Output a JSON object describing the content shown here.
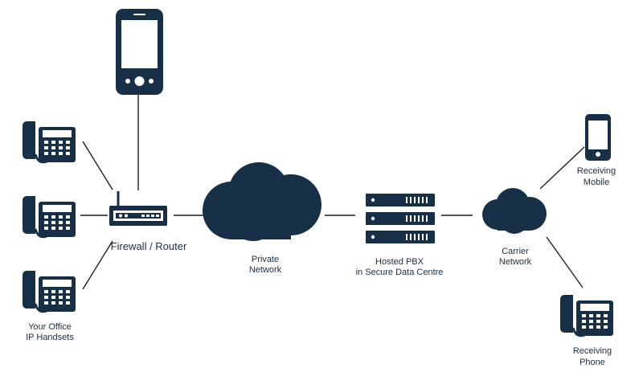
{
  "colors": {
    "navy": "#183047",
    "line": "#1f1f1f",
    "text": "#1f2d3d",
    "white": "#ffffff"
  },
  "labels": {
    "router": "Firewall / Router",
    "private_network": [
      "Private",
      "Network"
    ],
    "pbx": [
      "Hosted PBX",
      "in Secure Data Centre"
    ],
    "carrier": [
      "Carrier",
      "Network"
    ],
    "office": [
      "Your Office",
      "IP Handsets"
    ],
    "receiving_mobile": [
      "Receiving",
      "Mobile"
    ],
    "receiving_phone": [
      "Receiving",
      "Phone"
    ]
  },
  "icons": {
    "smartphone": "smartphone-icon",
    "desk_phone": "desk-phone-icon",
    "router": "router-icon",
    "cloud": "cloud-icon",
    "server": "server-rack-icon",
    "mobile": "mobile-phone-icon"
  }
}
